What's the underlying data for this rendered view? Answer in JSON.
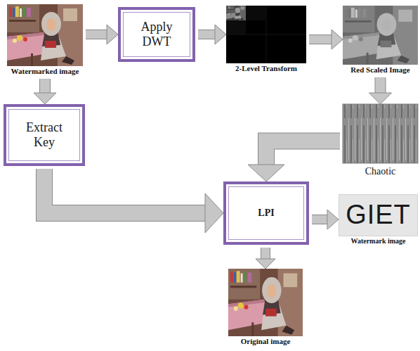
{
  "diagram": {
    "nodes": [
      {
        "text": [
          "Watermarked image"
        ]
      },
      {
        "text": [
          "Apply DWT"
        ]
      },
      {
        "text": [
          "2-Level Transform"
        ]
      },
      {
        "text": [
          "Red Scaled Image"
        ]
      },
      {
        "text": [
          "Chaotic"
        ]
      },
      {
        "text": [
          "Extract Key"
        ]
      },
      {
        "text": [
          "LPI"
        ]
      },
      {
        "text": [
          "GIET",
          "Watermark image"
        ]
      },
      {
        "text": [
          "Original image"
        ]
      }
    ],
    "edges": [
      {
        "from": 0,
        "to": 1,
        "arrow": "to"
      },
      {
        "from": 1,
        "to": 2,
        "arrow": "to"
      },
      {
        "from": 2,
        "to": 3,
        "arrow": "to"
      },
      {
        "from": 3,
        "to": 4,
        "arrow": "to"
      },
      {
        "from": 0,
        "to": 5,
        "arrow": "to"
      },
      {
        "from": 4,
        "to": 6,
        "arrow": "to"
      },
      {
        "from": 5,
        "to": 6,
        "arrow": "to"
      },
      {
        "from": 6,
        "to": 7,
        "arrow": "to"
      },
      {
        "from": 6,
        "to": 8,
        "arrow": "to"
      }
    ]
  }
}
